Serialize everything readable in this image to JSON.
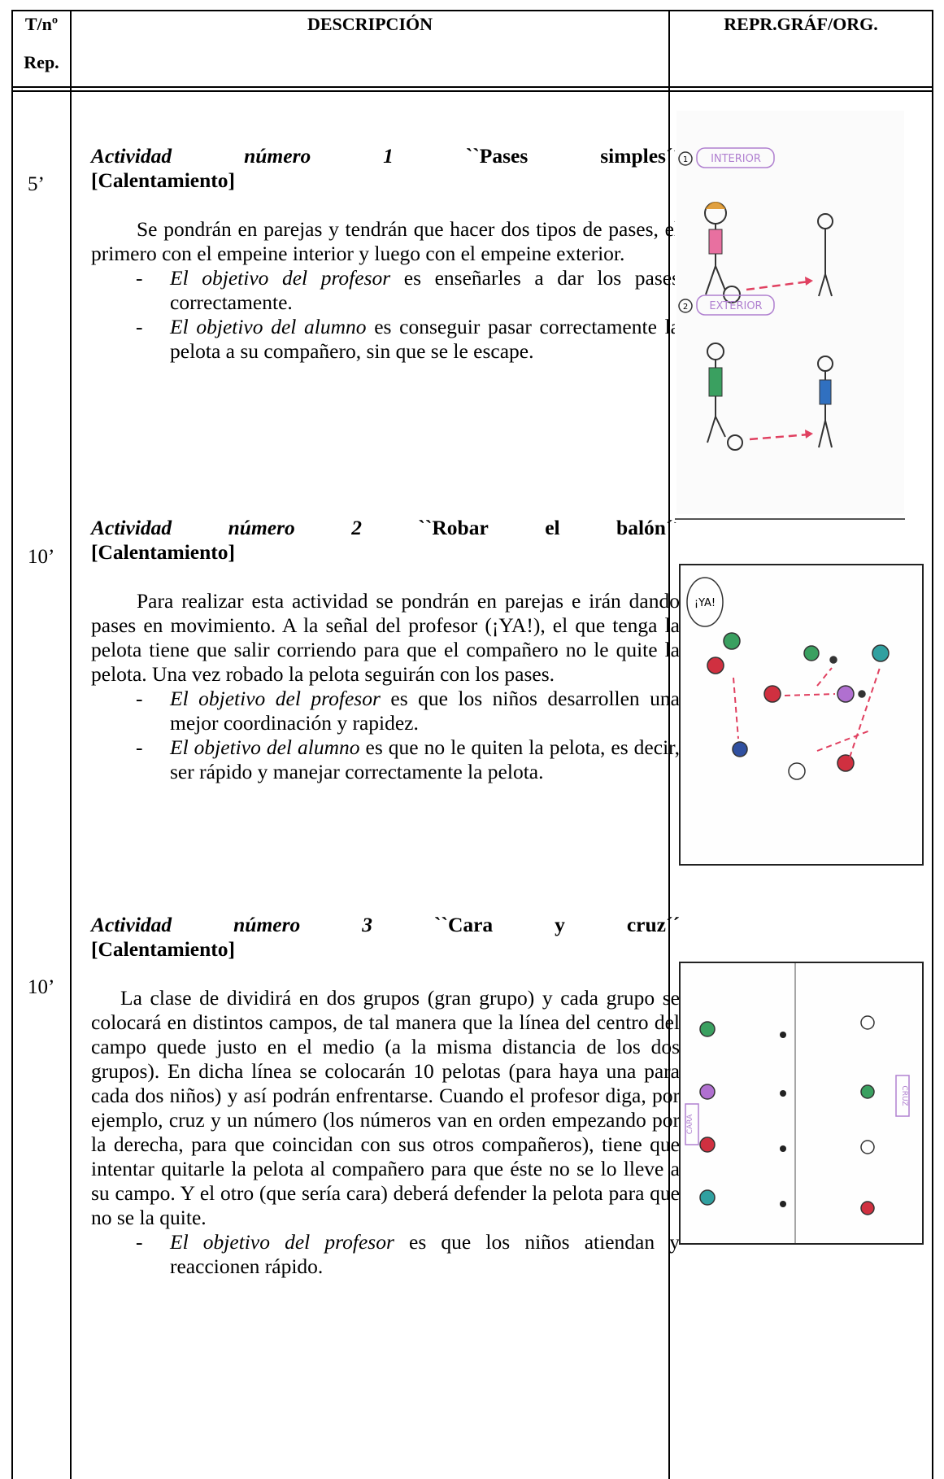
{
  "header": {
    "col1_line1": "T/nº",
    "col1_line2": "Rep.",
    "col2": "DESCRIPCIÓN",
    "col3": "REPR.GRÁF/ORG."
  },
  "activities": [
    {
      "time": "5’",
      "title_words": [
        "Actividad",
        "número",
        "1"
      ],
      "title_name_words": [
        "``Pases",
        "simples´´"
      ],
      "tag": "[Calentamiento]",
      "paragraph": "Se pondrán en parejas y tendrán que hacer dos tipos de pases, el primero con el empeine interior y luego con el empeine exterior.",
      "bullets": [
        {
          "em": "El objetivo del profesor",
          "rest": " es enseñarles a dar los pases correctamente."
        },
        {
          "em": "El objetivo del alumno",
          "rest": " es conseguir pasar correctamente la pelota a su compañero, sin que se le escape."
        }
      ],
      "figure_labels": [
        "INTERIOR",
        "EXTERIOR"
      ]
    },
    {
      "time": "10’",
      "title_words": [
        "Actividad",
        "número",
        "2"
      ],
      "title_name_words": [
        "``Robar",
        "el",
        "balón´´"
      ],
      "tag": "[Calentamiento]",
      "paragraph": "Para realizar esta actividad se pondrán en parejas e irán dando pases en movimiento. A la señal del profesor (¡YA!), el que tenga la pelota tiene que salir corriendo para que el compañero no le quite la pelota. Una vez robado la pelota seguirán con los pases.",
      "bullets": [
        {
          "em": "El objetivo del profesor",
          "rest": " es que los niños desarrollen una mejor coordinación y rapidez."
        },
        {
          "em": "El objetivo del alumno",
          "rest": " es que no le quiten la pelota, es decir, ser rápido y manejar correctamente la pelota."
        }
      ],
      "figure_labels": [
        "¡YA!"
      ]
    },
    {
      "time": "10’",
      "title_words": [
        "Actividad",
        "número",
        "3"
      ],
      "title_name_words": [
        "``Cara",
        "y",
        "cruz´´"
      ],
      "tag": "[Calentamiento]",
      "paragraph": "La clase de dividirá en dos grupos (gran grupo) y cada grupo se colocará en distintos campos, de tal manera que la línea del centro del campo quede justo en el medio (a la misma distancia de los dos grupos). En dicha línea se colocarán 10 pelotas (para haya una para cada dos niños) y así podrán enfrentarse. Cuando el profesor diga, por ejemplo, cruz y un número (los números van en orden empezando por la derecha, para que coincidan con sus otros compañeros), tiene que intentar quitarle la pelota al compañero para que éste no se lo lleve a su campo. Y el otro (que sería cara) deberá defender la pelota para que no se la quite.",
      "bullets": [
        {
          "em": "El objetivo del profesor",
          "rest": " es que los niños atiendan y reaccionen rápido."
        }
      ],
      "figure_labels": [
        "CARA",
        "CRUZ"
      ]
    }
  ],
  "colors": {
    "line": "#000000",
    "pink": "#e0407a",
    "purple": "#b080d0",
    "green": "#3aa060",
    "red": "#d03040",
    "blue": "#3050a0",
    "teal": "#30a0a0"
  }
}
